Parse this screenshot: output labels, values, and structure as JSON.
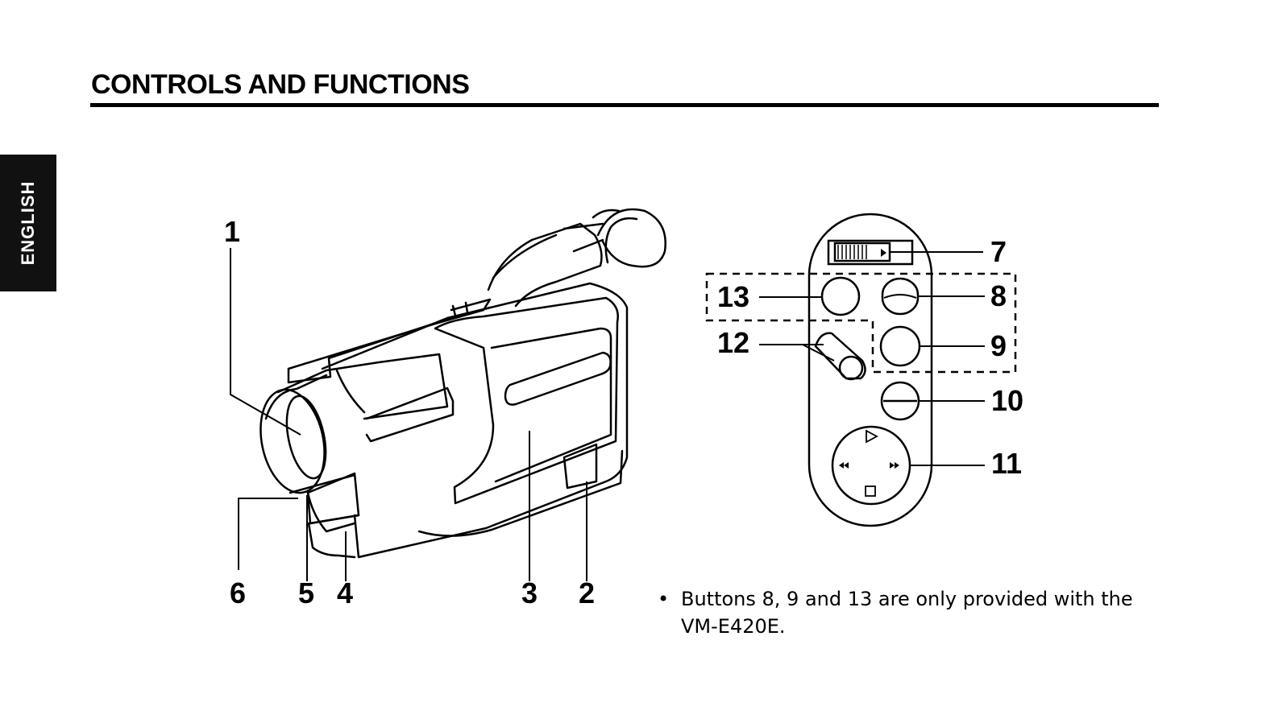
{
  "page": {
    "heading": "CONTROLS AND FUNCTIONS",
    "language_tab": "ENGLISH"
  },
  "camera_callouts": [
    "1",
    "2",
    "3",
    "4",
    "5",
    "6"
  ],
  "remote_callouts": [
    "7",
    "8",
    "9",
    "10",
    "11",
    "12",
    "13"
  ],
  "note": {
    "bullet": "•",
    "text": "Buttons 8, 9 and 13 are only provided with the VM-E420E."
  }
}
